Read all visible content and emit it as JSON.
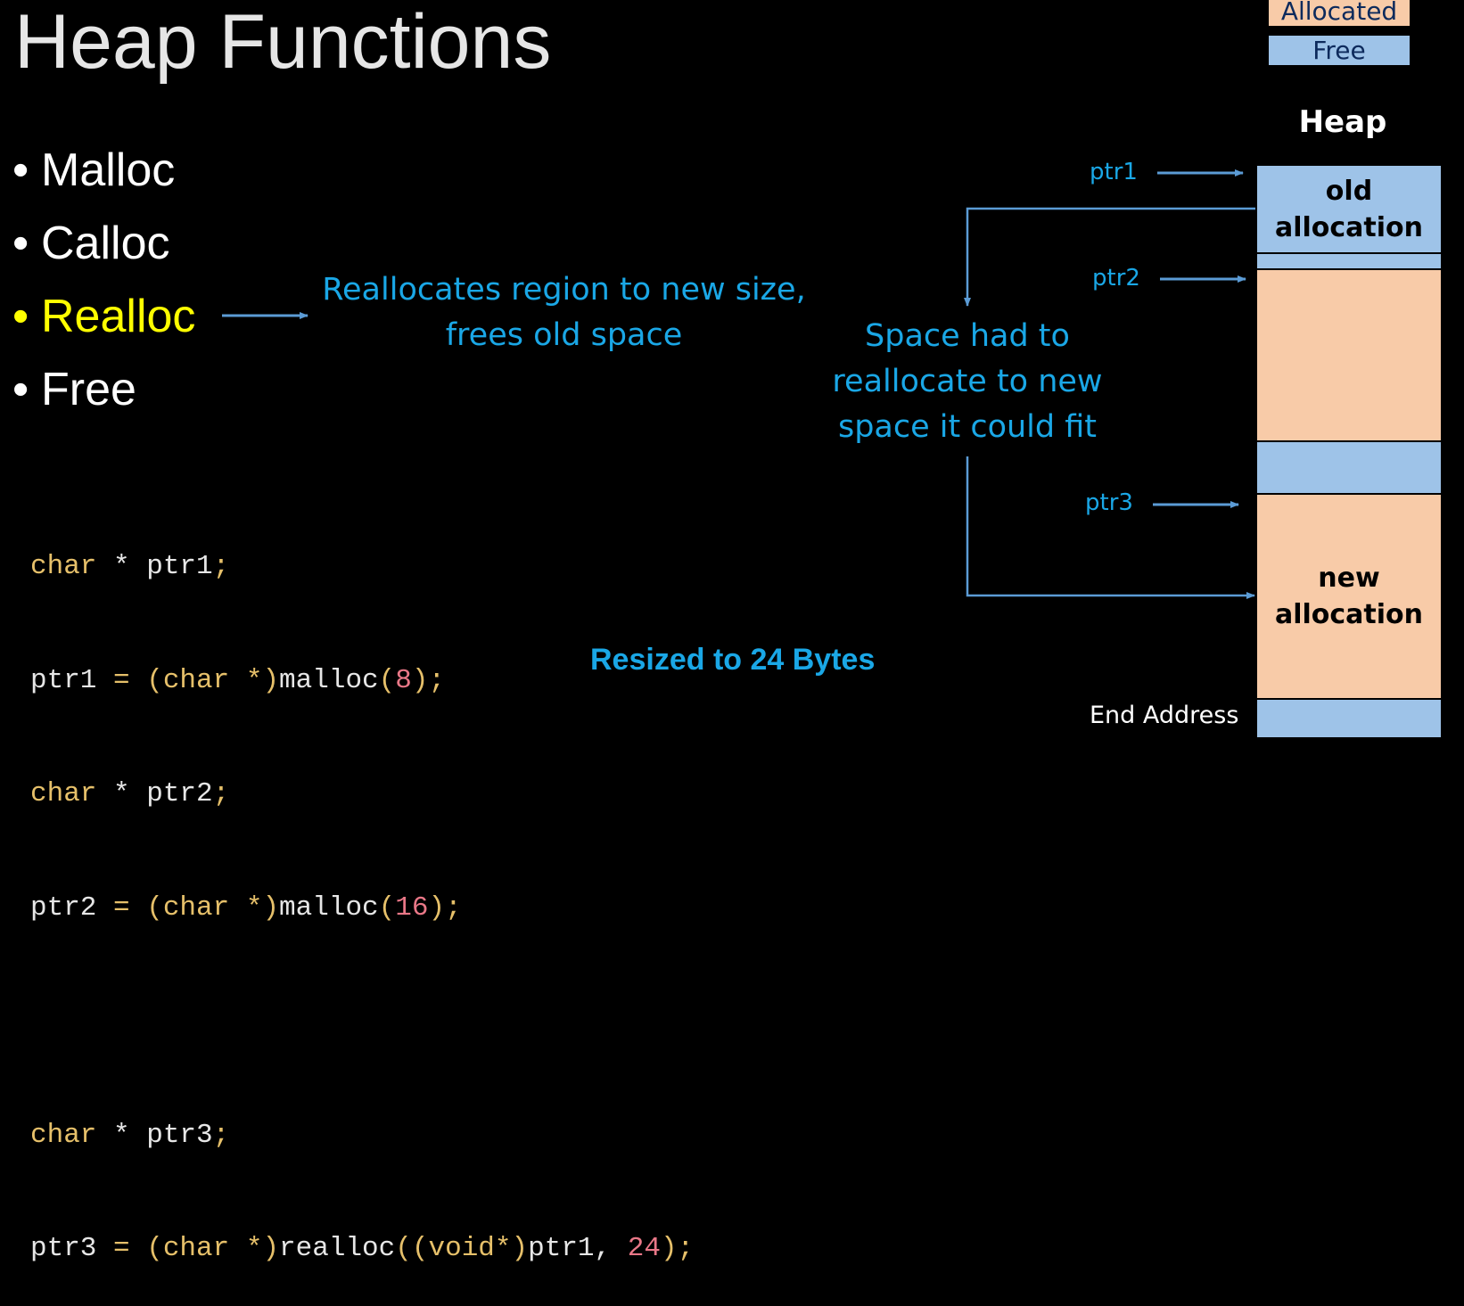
{
  "slide": {
    "title": "Heap Functions",
    "bullets": [
      {
        "label": "Malloc",
        "highlighted": false
      },
      {
        "label": "Calloc",
        "highlighted": false
      },
      {
        "label": "Realloc",
        "highlighted": true
      },
      {
        "label": "Free",
        "highlighted": false
      }
    ],
    "bullet_glyph": "•",
    "realloc_description": [
      "Reallocates region to new size,",
      "frees old space"
    ],
    "relocation_note": [
      "Space had to",
      "reallocate to new",
      "space it could fit"
    ],
    "resize_note": "Resized to 24 Bytes"
  },
  "legend": {
    "allocated": "Allocated",
    "free": "Free"
  },
  "code": {
    "block1": [
      [
        {
          "t": "char",
          "c": "kw"
        },
        {
          "t": " * ptr1",
          "c": ""
        },
        {
          "t": ";",
          "c": "kw"
        }
      ],
      [
        {
          "t": "ptr1 ",
          "c": ""
        },
        {
          "t": "= (char *)",
          "c": "kw"
        },
        {
          "t": "malloc",
          "c": ""
        },
        {
          "t": "(",
          "c": "kw"
        },
        {
          "t": "8",
          "c": "num"
        },
        {
          "t": ");",
          "c": "kw"
        }
      ],
      [
        {
          "t": "char",
          "c": "kw"
        },
        {
          "t": " * ptr2",
          "c": ""
        },
        {
          "t": ";",
          "c": "kw"
        }
      ],
      [
        {
          "t": "ptr2 ",
          "c": ""
        },
        {
          "t": "= (char *)",
          "c": "kw"
        },
        {
          "t": "malloc",
          "c": ""
        },
        {
          "t": "(",
          "c": "kw"
        },
        {
          "t": "16",
          "c": "num"
        },
        {
          "t": ");",
          "c": "kw"
        }
      ]
    ],
    "block2": [
      [
        {
          "t": "char",
          "c": "kw"
        },
        {
          "t": " * ptr3",
          "c": ""
        },
        {
          "t": ";",
          "c": "kw"
        }
      ],
      [
        {
          "t": "ptr3 ",
          "c": ""
        },
        {
          "t": "= (char *)",
          "c": "kw"
        },
        {
          "t": "realloc",
          "c": ""
        },
        {
          "t": "((void*)",
          "c": "kw"
        },
        {
          "t": "ptr1, ",
          "c": ""
        },
        {
          "t": "24",
          "c": "num"
        },
        {
          "t": ");",
          "c": "kw"
        }
      ]
    ]
  },
  "heap": {
    "title": "Heap",
    "pointers": {
      "ptr1": "ptr1",
      "ptr2": "ptr2",
      "ptr3": "ptr3"
    },
    "segments": [
      {
        "kind": "free",
        "label": [
          "old",
          "allocation"
        ]
      },
      {
        "kind": "free",
        "label": []
      },
      {
        "kind": "allocated",
        "label": []
      },
      {
        "kind": "free",
        "label": []
      },
      {
        "kind": "allocated",
        "label": [
          "new",
          "allocation"
        ]
      },
      {
        "kind": "free",
        "label": []
      }
    ],
    "end_label": "End Address"
  },
  "colors": {
    "background": "#000000",
    "accent_text": "#1aa7e6",
    "highlight_bullet": "#ffff00",
    "arrow": "#5b9bd5",
    "free_block": "#9ec3e8",
    "allocated_block": "#f8cba8",
    "code_keyword": "#e6c06a",
    "code_number": "#e97787",
    "code_text": "#e6e6e6"
  }
}
